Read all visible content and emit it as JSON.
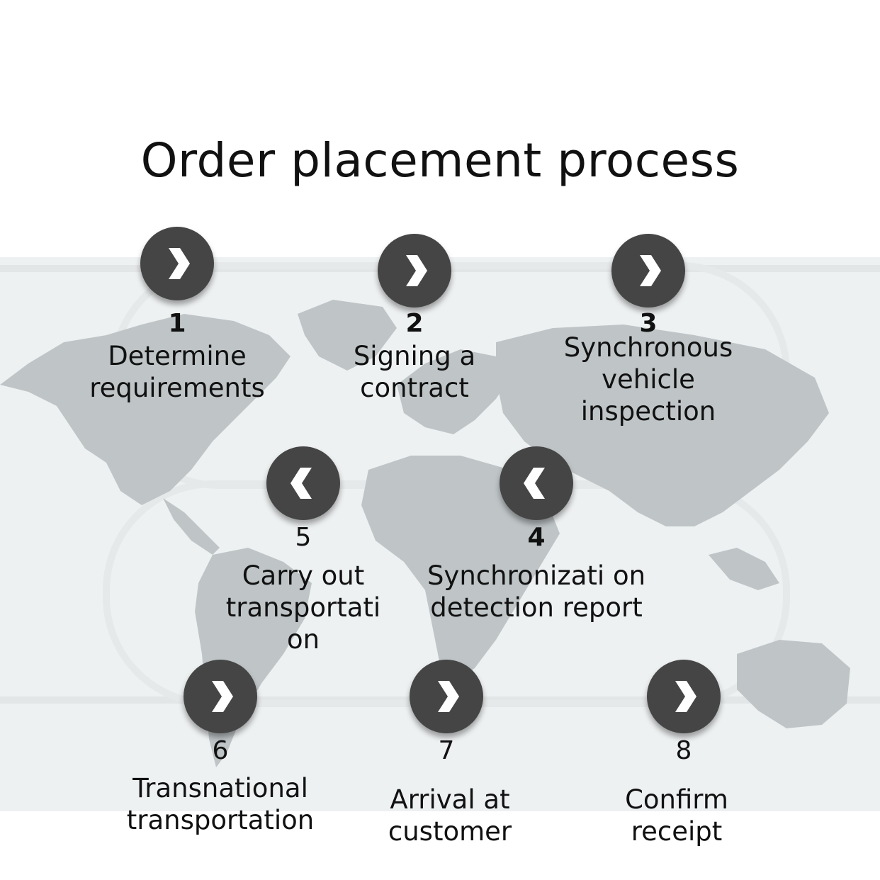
{
  "title": "Order placement process",
  "steps": [
    {
      "number": "1",
      "label": "Determine requirements",
      "direction": "right"
    },
    {
      "number": "2",
      "label": "Signing a contract",
      "direction": "right"
    },
    {
      "number": "3",
      "label": "Synchronous vehicle inspection",
      "direction": "right"
    },
    {
      "number": "4",
      "label": "Synchronizati on detection report",
      "direction": "left"
    },
    {
      "number": "5",
      "label": "Carry out transportati on",
      "direction": "left"
    },
    {
      "number": "6",
      "label": "Transnational transportation",
      "direction": "right"
    },
    {
      "number": "7",
      "label": "Arrival at customer",
      "direction": "right"
    },
    {
      "number": "8",
      "label": "Confirm receipt",
      "direction": "right"
    }
  ],
  "colors": {
    "button": "#454545",
    "map": "#bfc5c7",
    "background": "#eef1f2"
  }
}
